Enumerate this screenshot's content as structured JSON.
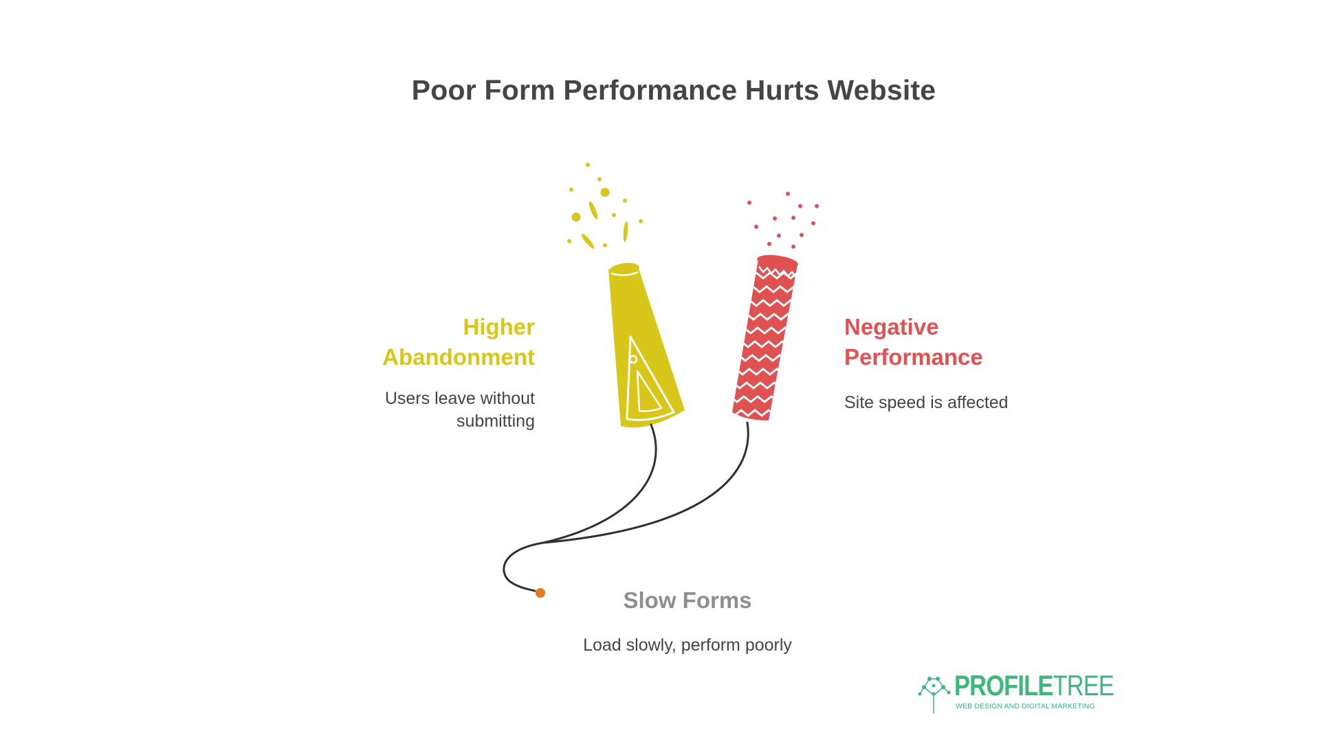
{
  "title": "Poor Form Performance Hurts Website",
  "colors": {
    "title": "#454545",
    "yellow": "#d9c61a",
    "red": "#e05252",
    "gray_label": "#8e8e8e",
    "fuse": "#2f2f2f",
    "spark": "#e07b26",
    "brand_green": "#3cb878"
  },
  "nodes": [
    {
      "id": "higher-abandonment",
      "label_line1": "Higher",
      "label_line2": "Abandonment",
      "desc_line1": "Users leave without",
      "desc_line2": "submitting",
      "color": "#d9c61a",
      "icon": "party-popper-icon"
    },
    {
      "id": "negative-performance",
      "label_line1": "Negative",
      "label_line2": "Performance",
      "desc_line1": "Site speed is affected",
      "color": "#e05252",
      "icon": "firecracker-icon"
    },
    {
      "id": "slow-forms",
      "label_line1": "Slow Forms",
      "desc_line1": "Load slowly, perform poorly",
      "color": "#8e8e8e",
      "icon": "fuse-spark-icon"
    }
  ],
  "logo": {
    "brand_bold": "PROFILE",
    "brand_thin": "TREE",
    "tagline": "WEB DESIGN AND DIGITAL MARKETING"
  }
}
